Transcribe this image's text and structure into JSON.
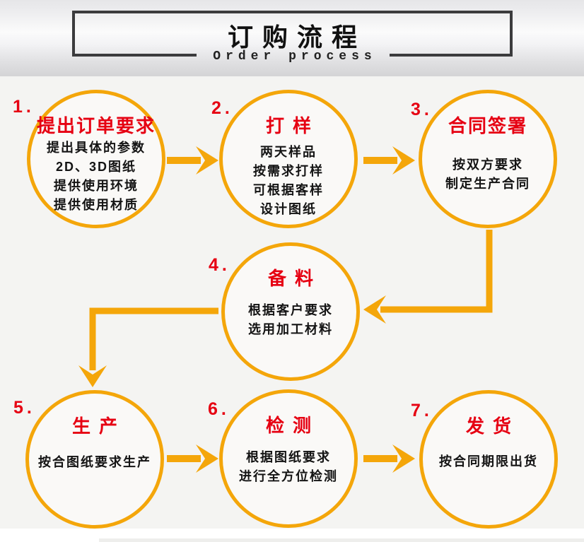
{
  "header": {
    "title": "订购流程",
    "subtitle": "Order process"
  },
  "steps": [
    {
      "number": "1.",
      "title": "提出订单要求",
      "lines": [
        "提出具体的参数",
        "2D、3D图纸",
        "提供使用环境",
        "提供使用材质"
      ]
    },
    {
      "number": "2.",
      "title": "打样",
      "lines": [
        "两天样品",
        "按需求打样",
        "可根据客样",
        "设计图纸"
      ]
    },
    {
      "number": "3.",
      "title": "合同签署",
      "lines": [
        "按双方要求",
        "制定生产合同"
      ]
    },
    {
      "number": "4.",
      "title": "备料",
      "lines": [
        "根据客户要求",
        "选用加工材料"
      ]
    },
    {
      "number": "5.",
      "title": "生产",
      "lines": [
        "按合图纸要求生产"
      ]
    },
    {
      "number": "6.",
      "title": "检测",
      "lines": [
        "根据图纸要求",
        "进行全方位检测"
      ]
    },
    {
      "number": "7.",
      "title": "发货",
      "lines": [
        "按合同期限出货"
      ]
    }
  ],
  "colors": {
    "accent": "#F4A60A",
    "step_red": "#E60012",
    "text": "#141414",
    "frame": "#3B3B3D"
  }
}
